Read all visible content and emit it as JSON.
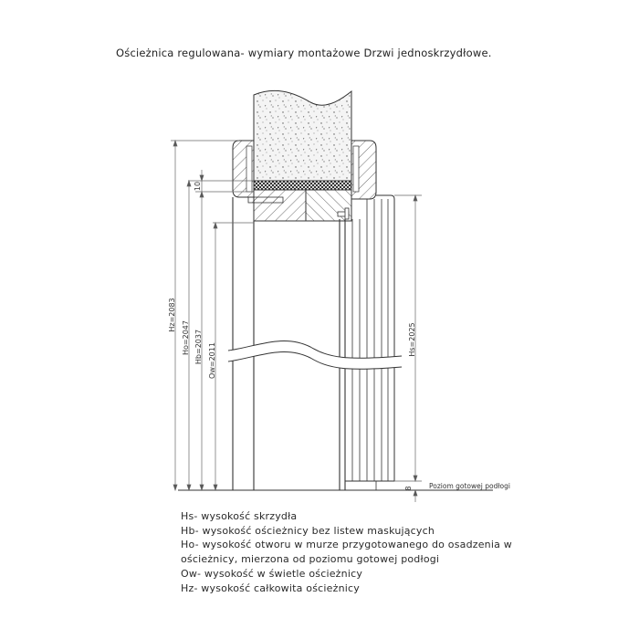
{
  "title": "Ościeżnica regulowana- wymiary montażowe  Drzwi jednoskrzydłowe.",
  "dimensions": {
    "hz": "Hz=2083",
    "ho": "Ho=2047",
    "hb": "Hb=2037",
    "ow": "Ow=2011",
    "hs": "Hs=2025",
    "gap_top": "10",
    "gap_bottom": "8"
  },
  "floor_label": "Poziom gotowej podłogi",
  "legend": [
    "Hs- wysokość skrzydła",
    "Hb- wysokość ościeżnicy bez listew maskujących",
    "Ho- wysokość otworu w murze przygotowanego do osadzenia w",
    "ościeżnicy, mierzona od poziomu gotowej podłogi",
    "Ow- wysokość w świetle ościeżnicy",
    "Hz- wysokość całkowita ościeżnicy"
  ],
  "colors": {
    "line": "#333333",
    "dim_line": "#666666",
    "background": "#ffffff"
  }
}
